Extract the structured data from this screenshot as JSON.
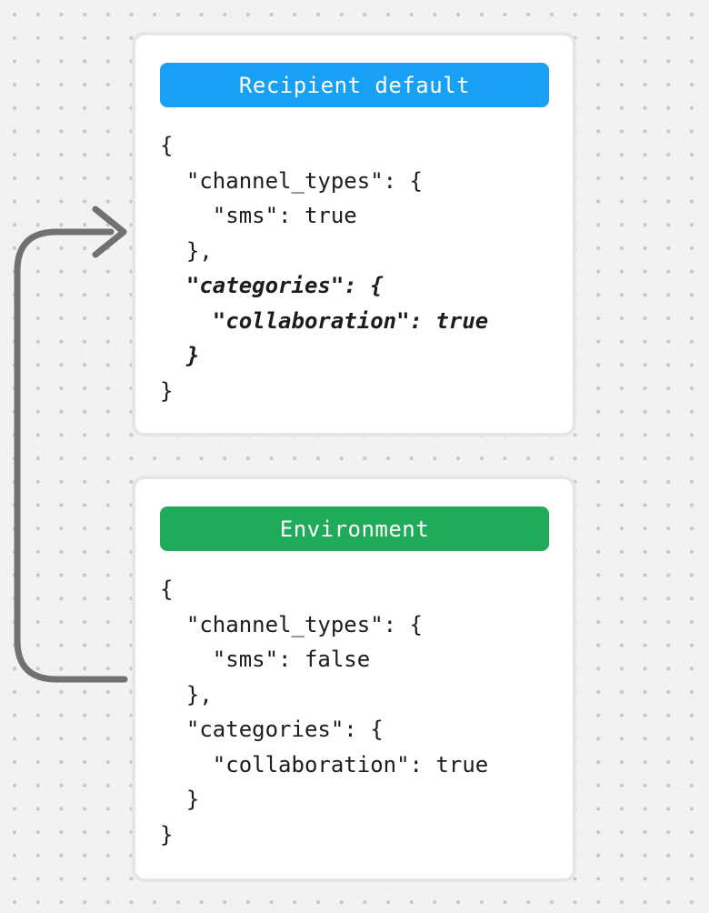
{
  "background": {
    "color": "#f2f2f2",
    "dot_color": "#c6c6c6"
  },
  "arrow": {
    "color": "#717171",
    "meaning": "environment-overrides-recipient-default"
  },
  "cards": [
    {
      "name": "recipient-default",
      "title": "Recipient default",
      "title_bg": "#18a0f5",
      "code_lines": [
        {
          "text": "{",
          "emphasis": false
        },
        {
          "text": "  \"channel_types\": {",
          "emphasis": false
        },
        {
          "text": "    \"sms\": true",
          "emphasis": false
        },
        {
          "text": "  },",
          "emphasis": false
        },
        {
          "text": "  \"categories\": {",
          "emphasis": true
        },
        {
          "text": "    \"collaboration\": true",
          "emphasis": true
        },
        {
          "text": "  }",
          "emphasis": true
        },
        {
          "text": "}",
          "emphasis": false
        }
      ]
    },
    {
      "name": "environment",
      "title": "Environment",
      "title_bg": "#1fab59",
      "code_lines": [
        {
          "text": "{",
          "emphasis": false
        },
        {
          "text": "  \"channel_types\": {",
          "emphasis": false
        },
        {
          "text": "    \"sms\": false",
          "emphasis": false
        },
        {
          "text": "  },",
          "emphasis": false
        },
        {
          "text": "  \"categories\": {",
          "emphasis": false
        },
        {
          "text": "    \"collaboration\": true",
          "emphasis": false
        },
        {
          "text": "  }",
          "emphasis": false
        },
        {
          "text": "}",
          "emphasis": false
        }
      ]
    }
  ]
}
